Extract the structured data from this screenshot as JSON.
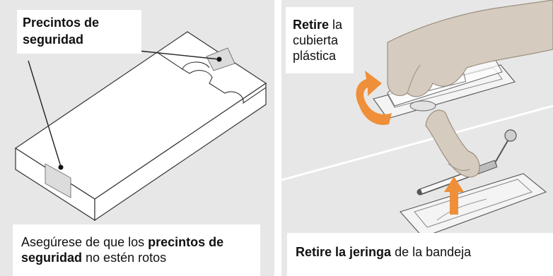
{
  "left": {
    "seal_label_line1": "Precintos de",
    "seal_label_line2": "seguridad",
    "caption": {
      "part1": "Asegúrese de que los ",
      "bold": "precintos de seguridad",
      "part2": " no estén rotos"
    }
  },
  "right": {
    "cover_label": {
      "bold": "Retire",
      "line1_rest": " la",
      "line2": "cubierta",
      "line3": "plástica"
    },
    "caption": {
      "bold": "Retire la jeringa",
      "rest": " de la bandeja"
    }
  },
  "colors": {
    "panel_bg": "#e7e7e7",
    "arrow_orange": "#ef8f3a",
    "skin": "#d5cbbe",
    "line": "#333333"
  }
}
